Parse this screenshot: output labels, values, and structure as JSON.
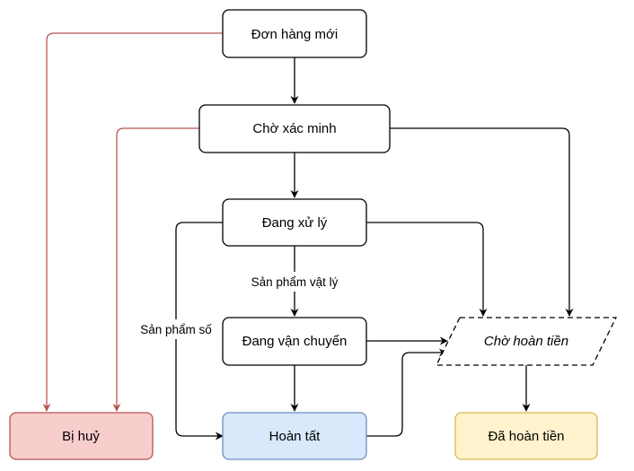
{
  "diagram": {
    "nodes": {
      "new_order": {
        "label": "Đơn hàng mới"
      },
      "verify": {
        "label": "Chờ xác minh"
      },
      "processing": {
        "label": "Đang xử lý"
      },
      "shipping": {
        "label": "Đang vận chuyển"
      },
      "refund_pending": {
        "label": "Chờ hoàn tiền"
      },
      "cancelled": {
        "label": "Bị huỷ"
      },
      "completed": {
        "label": "Hoàn tất"
      },
      "refunded": {
        "label": "Đã hoàn tiền"
      }
    },
    "edge_labels": {
      "physical": "Sản phẩm vật lý",
      "digital": "Sản phẩm số"
    },
    "colors": {
      "stroke": "#000000",
      "cancel_edge": "#b85450",
      "cancelled_fill": "#f8cecc",
      "cancelled_stroke": "#b85450",
      "completed_fill": "#dae8fc",
      "completed_stroke": "#6c8ebf",
      "refunded_fill": "#fff2cc",
      "refunded_stroke": "#d6b656"
    }
  }
}
